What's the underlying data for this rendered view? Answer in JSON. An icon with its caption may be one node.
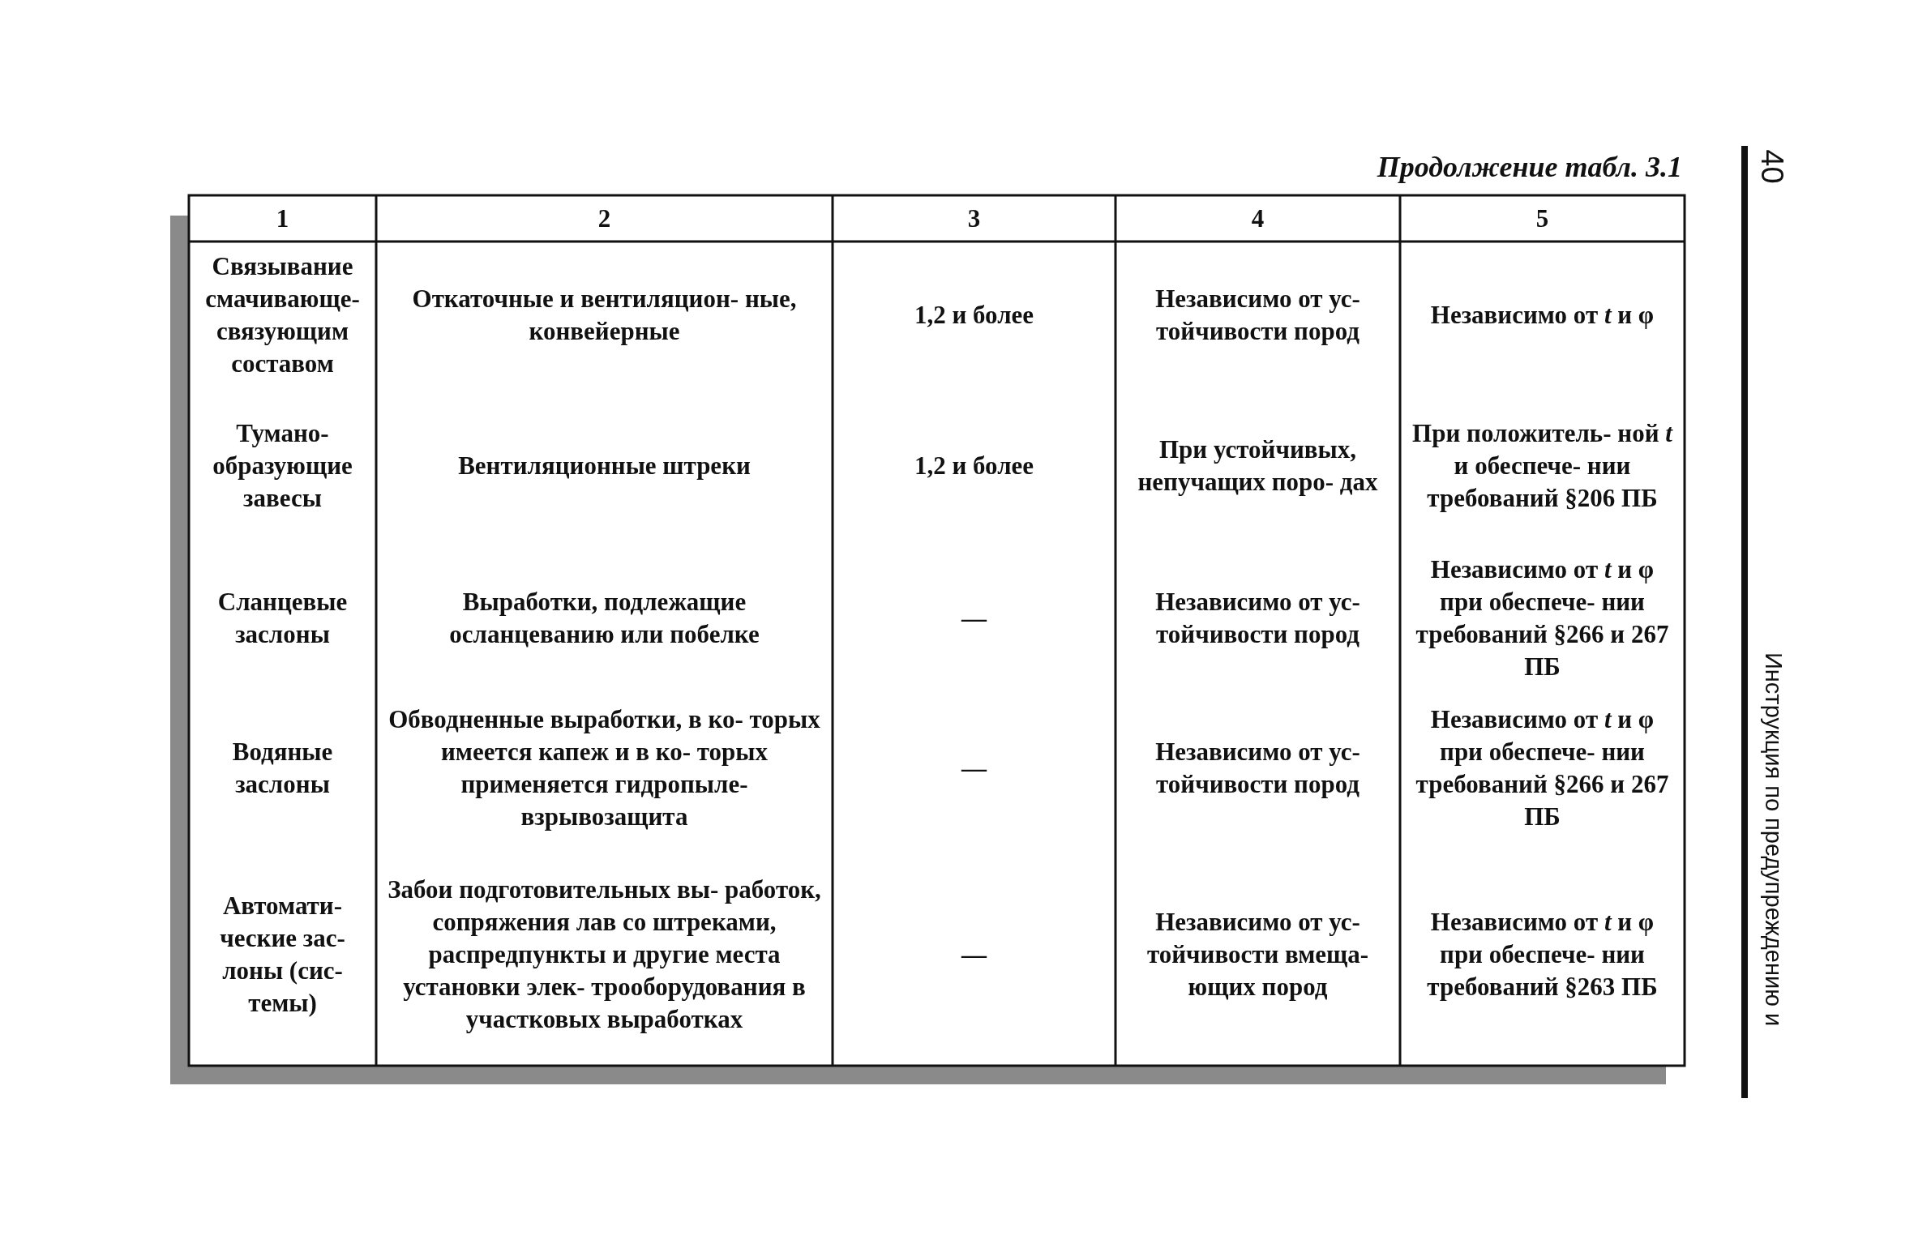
{
  "diagram": {
    "title": "Продолжение табл. 3.1",
    "labels": [
      "40",
      "1",
      "2",
      "3",
      "4",
      "5",
      "Связывание смачивающе- связующим составом",
      "Откаточные и вентиляцион- ные, конвейерные",
      "1,2 и более",
      "Независимо от ус- тойчивости пород",
      "Независимо от *t* и φ",
      "Тумано- образующие завесы",
      "Вентиляционные штреки",
      "1,2 и более",
      "При устойчивых, непучащих поро- дах",
      "При положитель- ной *t* и обеспече- нии требований §206 ПБ",
      "Сланцевые заслоны",
      "Выработки, подлежащие осланцеванию или побелке",
      "—",
      "Независимо от ус- тойчивости пород",
      "Независимо от *t* и φ при обеспече- нии требований §266 и 267 ПБ",
      "Водяные заслоны",
      "Обводненные выработки, в ко- торых имеется капеж и в ко- торых применяется гидропыле- взрывозащита",
      "—",
      "Независимо от ус- тойчивости пород",
      "Независимо от *t* и φ при обеспече- нии требований §266 и 267 ПБ",
      "Автомати- ческие зас- лоны (сис- темы)",
      "Забои подготовительных вы- работок, сопряжения лав со штреками, распредпункты и другие места установки элек- трооборудования в участковых выработках",
      "—",
      "Независимо от ус- тойчивости вмеща- ющих пород",
      "Независимо от *t* и φ при обеспече- нии требований §263 ПБ",
      "Инструкция по предупреждению и"
    ]
  }
}
